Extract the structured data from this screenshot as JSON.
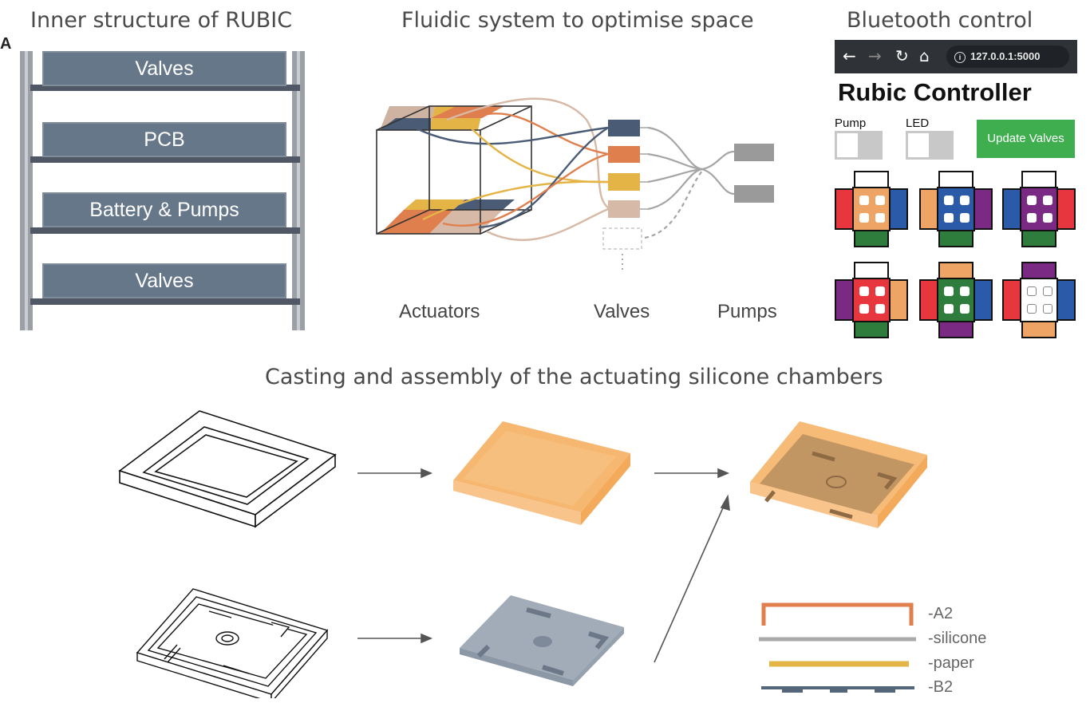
{
  "panel_letter": "A",
  "titles": {
    "inner_structure": "Inner structure of RUBIC",
    "fluidic": "Fluidic system to optimise space",
    "bluetooth": "Bluetooth control",
    "casting": "Casting and assembly of the actuating silicone chambers"
  },
  "rack": {
    "modules": [
      "Valves",
      "PCB",
      "Battery & Pumps",
      "Valves"
    ]
  },
  "fluidic_labels": {
    "actuators": "Actuators",
    "valves": "Valves",
    "pumps": "Pumps"
  },
  "controller": {
    "url": "127.0.0.1:5000",
    "title": "Rubic Controller",
    "pump_label": "Pump",
    "led_label": "LED",
    "update_button": "Update Valves",
    "colors": {
      "red": "#e8363f",
      "blue": "#2a5aa8",
      "orange": "#eda464",
      "green": "#2e7d3c",
      "purple": "#7a2a83",
      "white": "#ffffff"
    },
    "faces": [
      {
        "top": "white",
        "left": "red",
        "center": "orange",
        "right": "blue",
        "bottom": "green",
        "dots": "filled"
      },
      {
        "top": "white",
        "left": "orange",
        "center": "blue",
        "right": "purple",
        "bottom": "green",
        "dots": "filled"
      },
      {
        "top": "white",
        "left": "blue",
        "center": "purple",
        "right": "red",
        "bottom": "green",
        "dots": "filled"
      },
      {
        "top": "white",
        "left": "purple",
        "center": "red",
        "right": "orange",
        "bottom": "green",
        "dots": "filled"
      },
      {
        "top": "orange",
        "left": "red",
        "center": "green",
        "right": "blue",
        "bottom": "purple",
        "dots": "filled"
      },
      {
        "top": "purple",
        "left": "red",
        "center": "white",
        "right": "blue",
        "bottom": "orange",
        "dots": "outline"
      }
    ]
  },
  "layers_legend": [
    {
      "label": "-A2",
      "color": "#e07f4e"
    },
    {
      "label": "-silicone",
      "color": "#a9a9a9"
    },
    {
      "label": "-paper",
      "color": "#e4b447"
    },
    {
      "label": "-B2",
      "color": "#55657a"
    }
  ],
  "tube_colors": {
    "navy": "#4a5c75",
    "orange": "#e07f4e",
    "yellow": "#e4b447",
    "beige": "#d6b9a6",
    "gray": "#a5a5a5"
  }
}
